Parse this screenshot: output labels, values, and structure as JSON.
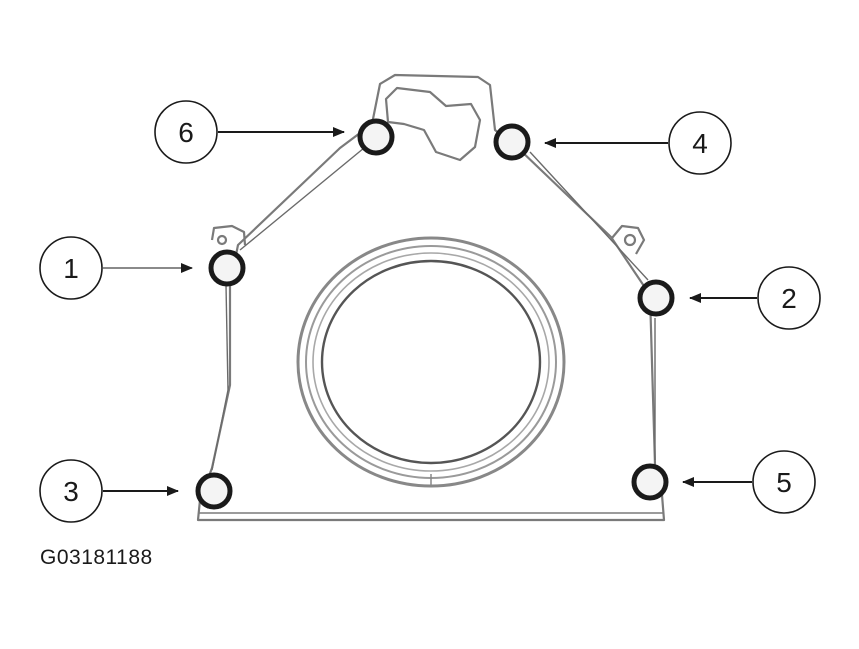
{
  "diagram": {
    "figure_id": "G03181188",
    "callouts": [
      {
        "id": "callout-6",
        "label": "6"
      },
      {
        "id": "callout-4",
        "label": "4"
      },
      {
        "id": "callout-1",
        "label": "1"
      },
      {
        "id": "callout-2",
        "label": "2"
      },
      {
        "id": "callout-3",
        "label": "3"
      },
      {
        "id": "callout-5",
        "label": "5"
      }
    ],
    "colors": {
      "line": "#1a1a1a",
      "outline": "#7a7a7a",
      "background": "#ffffff"
    }
  }
}
